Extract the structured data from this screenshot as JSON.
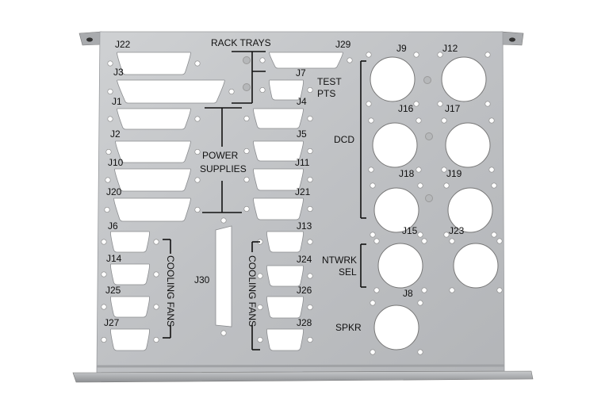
{
  "panel": {
    "connectors": {
      "J22": "J22",
      "J3": "J3",
      "J29": "J29",
      "J7": "J7",
      "J1": "J1",
      "J2": "J2",
      "J10": "J10",
      "J20": "J20",
      "J4": "J4",
      "J5": "J5",
      "J11": "J11",
      "J21": "J21",
      "J6": "J6",
      "J14": "J14",
      "J25": "J25",
      "J27": "J27",
      "J30": "J30",
      "J13": "J13",
      "J24": "J24",
      "J26": "J26",
      "J28": "J28",
      "J9": "J9",
      "J12": "J12",
      "J16": "J16",
      "J17": "J17",
      "J18": "J18",
      "J19": "J19",
      "J15": "J15",
      "J23": "J23",
      "J8": "J8"
    },
    "groups": {
      "rack_trays": "RACK  TRAYS",
      "test_pts_1": "TEST",
      "test_pts_2": "PTS",
      "power_1": "POWER",
      "power_2": "SUPPLIES",
      "cooling_left": "COOLING  FANS",
      "cooling_right": "COOLING  FANS",
      "dcd": "DCD",
      "ntwrk_1": "NTWRK",
      "ntwrk_2": "SEL",
      "spkr": "SPKR"
    }
  }
}
